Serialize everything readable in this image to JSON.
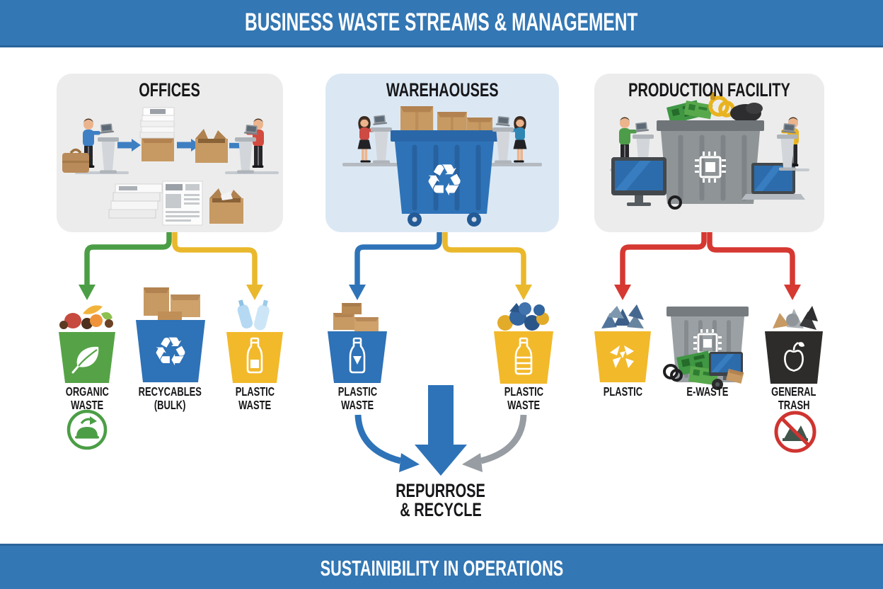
{
  "banners": {
    "top": "BUSINESS WASTE STREAMS & MANAGEMENT",
    "bottom": "SUSTAINIBILITY IN OPERATIONS"
  },
  "panels": [
    {
      "title": "OFFICES"
    },
    {
      "title": "WAREHAOUSES"
    },
    {
      "title": "PRODUCTION FACILITY"
    }
  ],
  "bins": [
    {
      "name": "organic-waste",
      "line1": "ORGANIC",
      "line2": "WASTE",
      "color": "#55a346"
    },
    {
      "name": "recyclables-bulk",
      "line1": "RECYCABLES",
      "line2": "(BULK)",
      "color": "#2e72b7"
    },
    {
      "name": "plastic-waste-offices",
      "line1": "PLASTIC",
      "line2": "WASTE",
      "color": "#f2b92b"
    },
    {
      "name": "plastic-waste-warehouse-left",
      "line1": "PLASTIC",
      "line2": "WASTE",
      "color": "#2e72b7"
    },
    {
      "name": "plastic-waste-warehouse-right",
      "line1": "PLASTIC",
      "line2": "WASTE",
      "color": "#f2b92b"
    },
    {
      "name": "plastic-production",
      "line1": "PLASTIC",
      "line2": "",
      "color": "#f2b92b"
    },
    {
      "name": "e-waste",
      "line1": "E-WASTE",
      "line2": "",
      "color": "#9aa0a4"
    },
    {
      "name": "general-trash",
      "line1": "GENERAL",
      "line2": "TRASH",
      "color": "#2d2c2a"
    }
  ],
  "center_flow": {
    "line1": "REPURROSE",
    "line2": "& RECYCLE"
  },
  "icons": {
    "recycle_glyph": "♻"
  },
  "colors": {
    "banner_blue": "#3377b4",
    "arrow_blue": "#2e73b8",
    "arrow_green": "#4b9e45",
    "arrow_yellow": "#eab82c",
    "arrow_red": "#d63832",
    "arrow_gray": "#979da3"
  }
}
